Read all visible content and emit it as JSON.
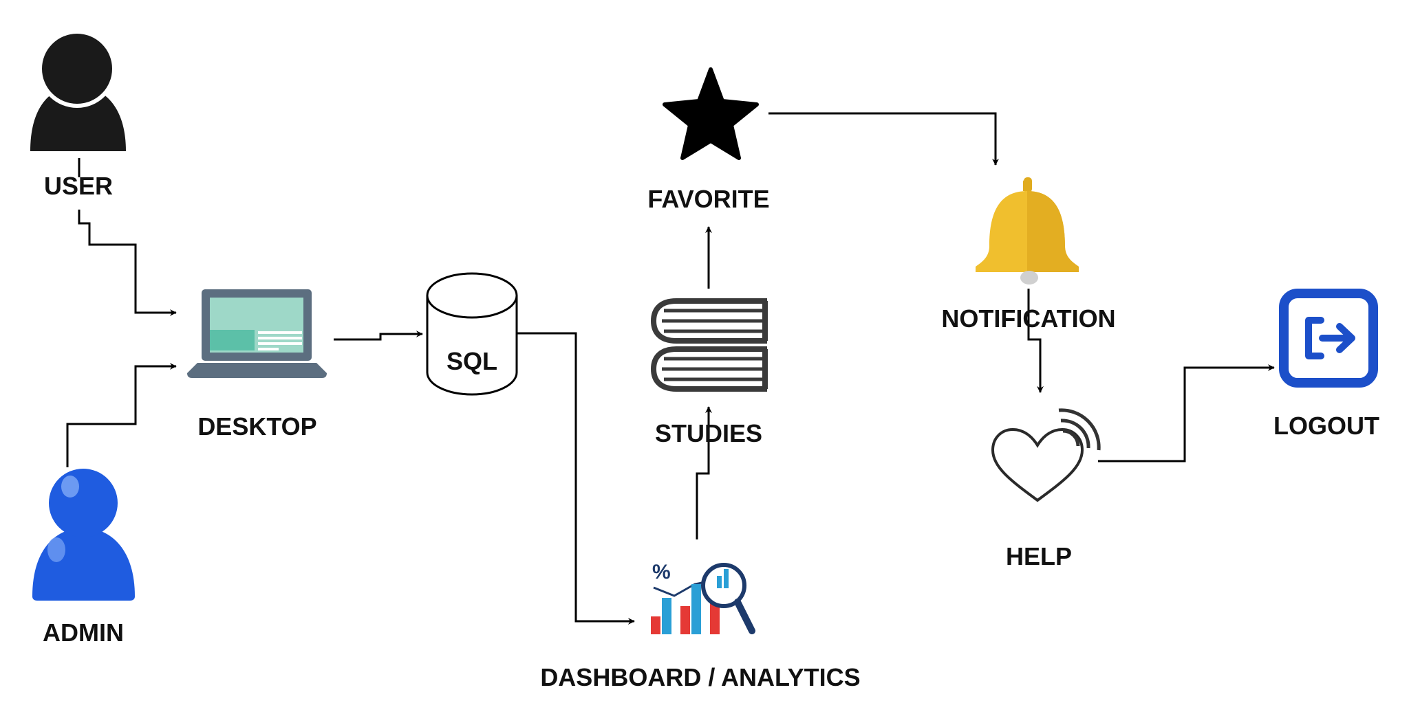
{
  "nodes": {
    "user": {
      "label": "USER"
    },
    "admin": {
      "label": "ADMIN"
    },
    "desktop": {
      "label": "DESKTOP"
    },
    "sql": {
      "label": "SQL"
    },
    "dashboard": {
      "label": "DASHBOARD / ANALYTICS"
    },
    "studies": {
      "label": "STUDIES"
    },
    "favorite": {
      "label": "FAVORITE"
    },
    "notification": {
      "label": "NOTIFICATION"
    },
    "help": {
      "label": "HELP"
    },
    "logout": {
      "label": "LOGOUT"
    }
  },
  "edges": [
    {
      "from": "user",
      "to": "desktop"
    },
    {
      "from": "admin",
      "to": "desktop"
    },
    {
      "from": "desktop",
      "to": "sql"
    },
    {
      "from": "sql",
      "to": "dashboard"
    },
    {
      "from": "dashboard",
      "to": "studies"
    },
    {
      "from": "studies",
      "to": "favorite"
    },
    {
      "from": "favorite",
      "to": "notification"
    },
    {
      "from": "notification",
      "to": "help"
    },
    {
      "from": "help",
      "to": "logout"
    }
  ],
  "colors": {
    "user_icon": "#1a1a1a",
    "admin_icon": "#1f5ce0",
    "laptop_body": "#5c6e80",
    "laptop_screen": "#9ed8c8",
    "laptop_accent": "#5cc0a8",
    "books": "#3a3a3a",
    "bell": "#f0bf2e",
    "logout_icon": "#1c4fc9",
    "chart_blue": "#2a9fd6",
    "chart_red": "#e53935",
    "chart_navy": "#1d3a6b"
  }
}
